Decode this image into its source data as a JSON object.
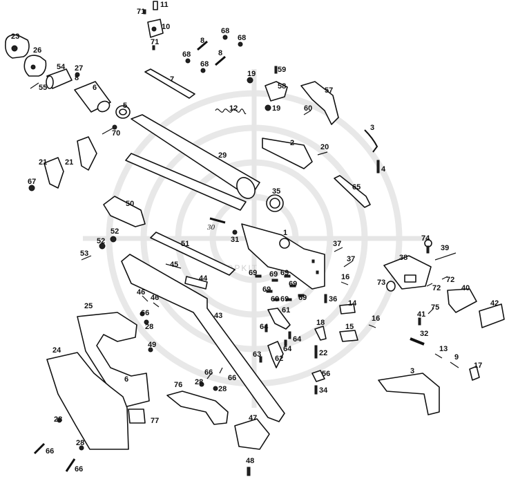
{
  "diagram": {
    "watermark_text": "KOPKIT",
    "labels": {
      "l1": "1",
      "l2": "2",
      "l3a": "3",
      "l3b": "3",
      "l4": "4",
      "l5": "5",
      "l6a": "6",
      "l6b": "6",
      "l7": "7",
      "l8a": "8",
      "l8b": "8",
      "l8c": "8",
      "l9": "9",
      "l10": "10",
      "l11": "11",
      "l12": "12",
      "l13": "13",
      "l14": "14",
      "l15": "15",
      "l16a": "16",
      "l16b": "16",
      "l17": "17",
      "l18": "18",
      "l19a": "19",
      "l19b": "19",
      "l20": "20",
      "l21a": "21",
      "l21b": "21",
      "l22": "22",
      "l23": "23",
      "l24": "24",
      "l25": "25",
      "l26": "26",
      "l27": "27",
      "l28a": "28",
      "l28b": "28",
      "l28c": "28",
      "l28d": "28",
      "l28e": "28",
      "l29": "29",
      "l30": "30",
      "l31": "31",
      "l32": "32",
      "l34": "34",
      "l35": "35",
      "l36": "36",
      "l37a": "37",
      "l37b": "37",
      "l38": "38",
      "l39": "39",
      "l40": "40",
      "l41": "41",
      "l42": "42",
      "l43": "43",
      "l44": "44",
      "l45": "45",
      "l46a": "46",
      "l46b": "46",
      "l47": "47",
      "l48": "48",
      "l49": "49",
      "l50": "50",
      "l51": "51",
      "l52a": "52",
      "l52b": "52",
      "l53": "53",
      "l54": "54",
      "l55": "55",
      "l56": "56",
      "l57": "57",
      "l58": "58",
      "l59": "59",
      "l60": "60",
      "l61": "61",
      "l62": "62",
      "l63": "63",
      "l64a": "64",
      "l64b": "64",
      "l64c": "64",
      "l65": "65",
      "l66a": "66",
      "l66b": "66",
      "l66c": "66",
      "l66d": "66",
      "l66e": "66",
      "l67": "67",
      "l68a": "68",
      "l68b": "68",
      "l68c": "68",
      "l68d": "68",
      "l69a": "69",
      "l69b": "69",
      "l69c": "69",
      "l69d": "69",
      "l69e": "69",
      "l69f": "69",
      "l69g": "69",
      "l69h": "69",
      "l70": "70",
      "l71a": "71",
      "l71b": "71",
      "l72a": "72",
      "l72b": "72",
      "l73": "73",
      "l74": "74",
      "l75": "75",
      "l76": "76",
      "l77": "77"
    }
  }
}
